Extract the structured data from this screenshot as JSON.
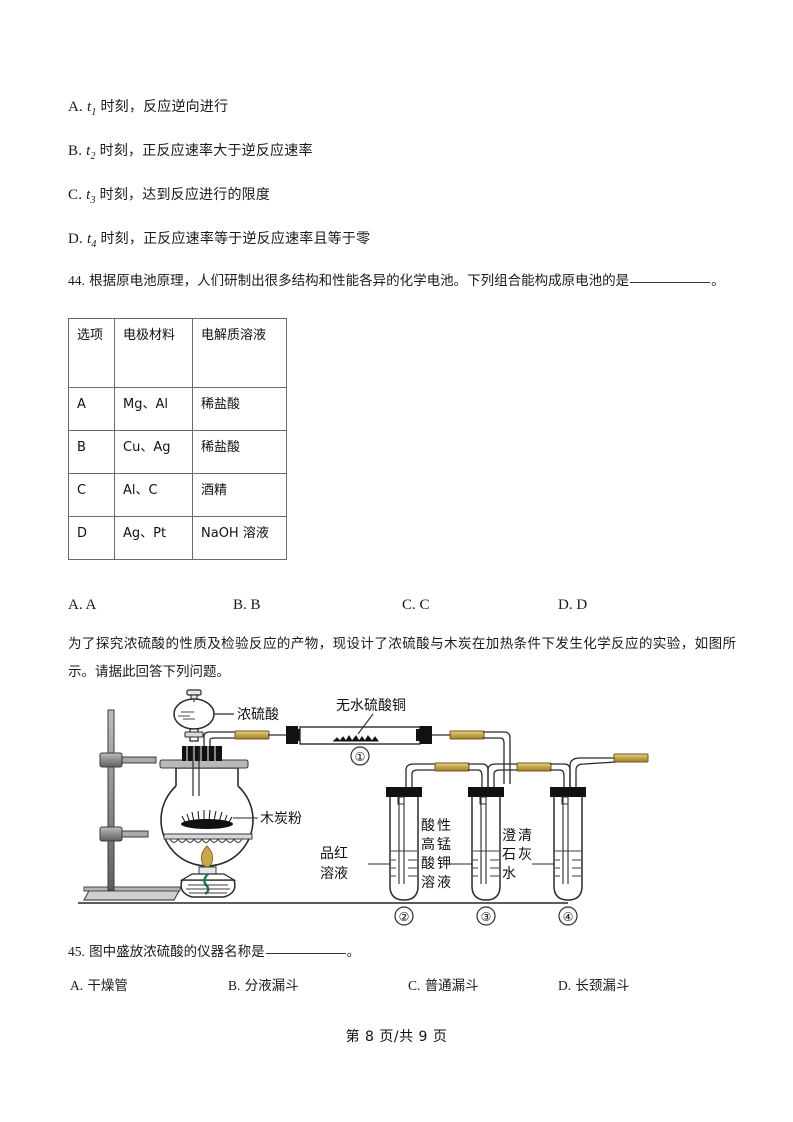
{
  "document": {
    "footer": "第 8 页/共 9 页"
  },
  "options_t": [
    {
      "letter": "A.",
      "var": "t",
      "sub": "1",
      "text": "时刻，反应逆向进行"
    },
    {
      "letter": "B.",
      "var": "t",
      "sub": "2",
      "text": "时刻，正反应速率大于逆反应速率"
    },
    {
      "letter": "C.",
      "var": "t",
      "sub": "3",
      "text": "时刻，达到反应进行的限度"
    },
    {
      "letter": "D.",
      "var": "t",
      "sub": "4",
      "text": "时刻，正反应速率等于逆反应速率且等于零"
    }
  ],
  "q44": {
    "number": "44.",
    "text_before_blank": "根据原电池原理，人们研制出很多结构和性能各异的化学电池。下列组合能构成原电池的是",
    "text_after_blank": "。",
    "table": {
      "headers": [
        "选项",
        "电极材料",
        "电解质溶液"
      ],
      "rows": [
        {
          "option": "A",
          "electrode": "Mg、Al",
          "electrolyte": "稀盐酸"
        },
        {
          "option": "B",
          "electrode": "Cu、Ag",
          "electrolyte": "稀盐酸"
        },
        {
          "option": "C",
          "electrode": "Al、C",
          "electrolyte": "酒精"
        },
        {
          "option": "D",
          "electrode": "Ag、Pt",
          "electrolyte": "NaOH 溶液"
        }
      ]
    },
    "answers": [
      "A. A",
      "B. B",
      "C. C",
      "D. D"
    ]
  },
  "intro": {
    "text": "为了探究浓硫酸的性质及检验反应的产物，现设计了浓硫酸与木炭在加热条件下发生化学反应的实验，如图所示。请据此回答下列问题。"
  },
  "figure": {
    "labels": {
      "acid_funnel": "浓硫酸",
      "anhydrous_copper_sulfate": "无水硫酸铜",
      "charcoal_powder": "木炭粉",
      "fuchsin_solution": "品红\n溶液",
      "fuchsin_solution_l1": "品红",
      "fuchsin_solution_l2": "溶液",
      "kmno4_solution_chars": [
        "酸",
        "性",
        "高",
        "锰",
        "酸",
        "钾",
        "溶",
        "液"
      ],
      "limewater_chars": [
        "澄",
        "清",
        "石",
        "灰",
        "水"
      ],
      "marker_1": "①",
      "marker_2": "②",
      "marker_3": "③",
      "marker_4": "④"
    },
    "colors": {
      "rubber_connector": "#c9a84c",
      "glass_outline": "#2b2b2b",
      "stopper_black": "#111111",
      "flame": "#b8860b",
      "stand_gray": "#808080"
    }
  },
  "q45": {
    "number": "45.",
    "text_before_blank": "图中盛放浓硫酸的仪器名称是",
    "text_after_blank": "。",
    "options": [
      {
        "letter": "A.",
        "text": "干燥管"
      },
      {
        "letter": "B.",
        "text": "分液漏斗"
      },
      {
        "letter": "C.",
        "text": "普通漏斗"
      },
      {
        "letter": "D.",
        "text": "长颈漏斗"
      }
    ]
  }
}
